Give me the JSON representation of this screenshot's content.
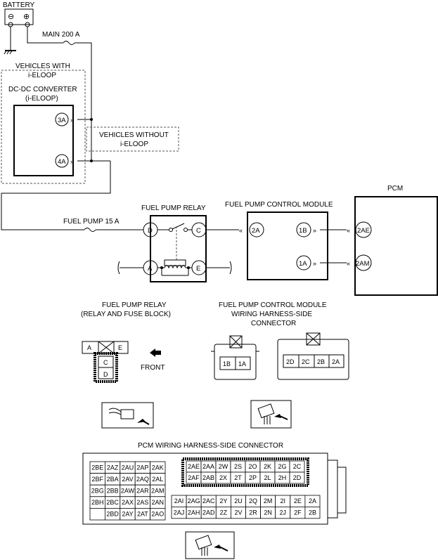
{
  "labels": {
    "battery": "BATTERY",
    "main_fuse": "MAIN 200 A",
    "vehicles_with_1": "VEHICLES WITH",
    "vehicles_with_2": "i-ELOOP",
    "dcdc_1": "DC-DC CONVERTER",
    "dcdc_2": "(i-ELOOP)",
    "vehicles_without_1": "VEHICLES WITHOUT",
    "vehicles_without_2": "i-ELOOP",
    "fuel_pump_fuse": "FUEL PUMP 15 A",
    "fuel_pump_relay": "FUEL PUMP RELAY",
    "fpcm": "FUEL PUMP CONTROL MODULE",
    "pcm": "PCM",
    "relay_block_1": "FUEL PUMP RELAY",
    "relay_block_2": "(RELAY AND FUSE BLOCK)",
    "fpcm_conn_1": "FUEL PUMP CONTROL MODULE",
    "fpcm_conn_2": "WIRING HARNESS-SIDE",
    "fpcm_conn_3": "CONNECTOR",
    "front": "FRONT",
    "pcm_conn_title": "PCM WIRING HARNESS-SIDE CONNECTOR"
  },
  "battery_terminals": {
    "neg": "⊖",
    "pos": "⊕"
  },
  "pins": {
    "dcdc_3a": "3A",
    "dcdc_4a": "4A",
    "relay_d": "D",
    "relay_c": "C",
    "relay_a": "A",
    "relay_e": "E",
    "fpcm_2a": "2A",
    "fpcm_1b": "1B",
    "fpcm_1a": "1A",
    "pcm_2ae": "2AE",
    "pcm_2am": "2AM"
  },
  "relay_connector": {
    "top": [
      "A",
      "E"
    ],
    "bottom": [
      "C",
      "D"
    ]
  },
  "fpcm_connector": {
    "left": [
      "1B",
      "1A"
    ],
    "right": [
      "2D",
      "2C",
      "2B",
      "2A"
    ]
  },
  "pcm_connector": {
    "left_block": [
      [
        "2BE",
        "2AZ",
        "2AU",
        "2AP",
        "2AK"
      ],
      [
        "2BF",
        "2BA",
        "2AV",
        "2AQ",
        "2AL"
      ],
      [
        "2BG",
        "2BB",
        "2AW",
        "2AR",
        "2AM"
      ],
      [
        "2BH",
        "2BC",
        "2AX",
        "2AS",
        "2AN"
      ],
      [
        "",
        "2BD",
        "2AY",
        "2AT",
        "2AO"
      ]
    ],
    "top_right_block": [
      [
        "2AE",
        "2AA",
        "2W",
        "2S",
        "2O",
        "2K",
        "2G",
        "2C"
      ],
      [
        "2AF",
        "2AB",
        "2X",
        "2T",
        "2P",
        "2L",
        "2H",
        "2D"
      ]
    ],
    "bottom_right_block": [
      [
        "2AI",
        "2AG",
        "2AC",
        "2Y",
        "2U",
        "2Q",
        "2M",
        "2I",
        "2E",
        "2A"
      ],
      [
        "2AJ",
        "2AH",
        "2AD",
        "2Z",
        "2V",
        "2R",
        "2N",
        "2J",
        "2F",
        "2B"
      ]
    ]
  },
  "icons": [
    "battery-symbol-icon",
    "ground-icon",
    "fuse-icon",
    "relay-coil-icon",
    "relay-switch-icon",
    "front-arrow-icon",
    "connector-view-icon"
  ]
}
